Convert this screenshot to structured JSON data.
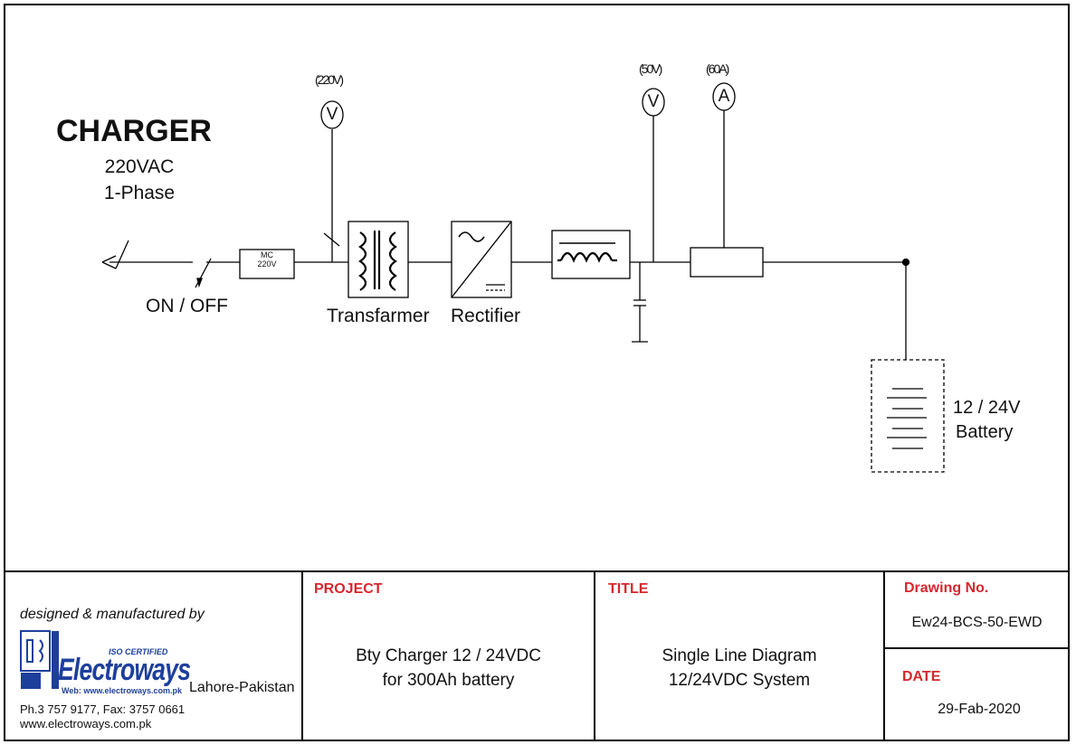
{
  "charger": {
    "title": "CHARGER",
    "voltage": "220VAC",
    "phase": "1-Phase"
  },
  "labels": {
    "switch": "ON / OFF",
    "mc_line1": "MC",
    "mc_line2": "220V",
    "transformer": "Transfarmer",
    "rectifier": "Rectifier",
    "meter1_value": "(220V)",
    "meter1_symbol": "V",
    "meter2_value": "(50V)",
    "meter2_symbol": "V",
    "meter3_value": "(60A)",
    "meter3_symbol": "A",
    "battery_line1": "12 / 24V",
    "battery_line2": "Battery"
  },
  "title_block": {
    "designer_caption": "designed & manufactured by",
    "logo_iso": "ISO CERTIFIED",
    "logo_name": "Electroways",
    "logo_web": "Web: www.electroways.com.pk",
    "location": "Lahore-Pakistan",
    "phone": "Ph.3 757 9177, Fax: 3757 0661",
    "website": "www.electroways.com.pk",
    "project_head": "PROJECT",
    "project_line1": "Bty Charger 12 / 24VDC",
    "project_line2": "for 300Ah battery",
    "title_head": "TITLE",
    "title_line1": "Single Line Diagram",
    "title_line2": "12/24VDC System",
    "drawing_head": "Drawing No.",
    "drawing_no": "Ew24-BCS-50-EWD",
    "date_head": "DATE",
    "date": "29-Fab-2020"
  },
  "colors": {
    "heading_red": "#d6272e",
    "logo_blue": "#1d3f9c",
    "line": "#000000"
  }
}
